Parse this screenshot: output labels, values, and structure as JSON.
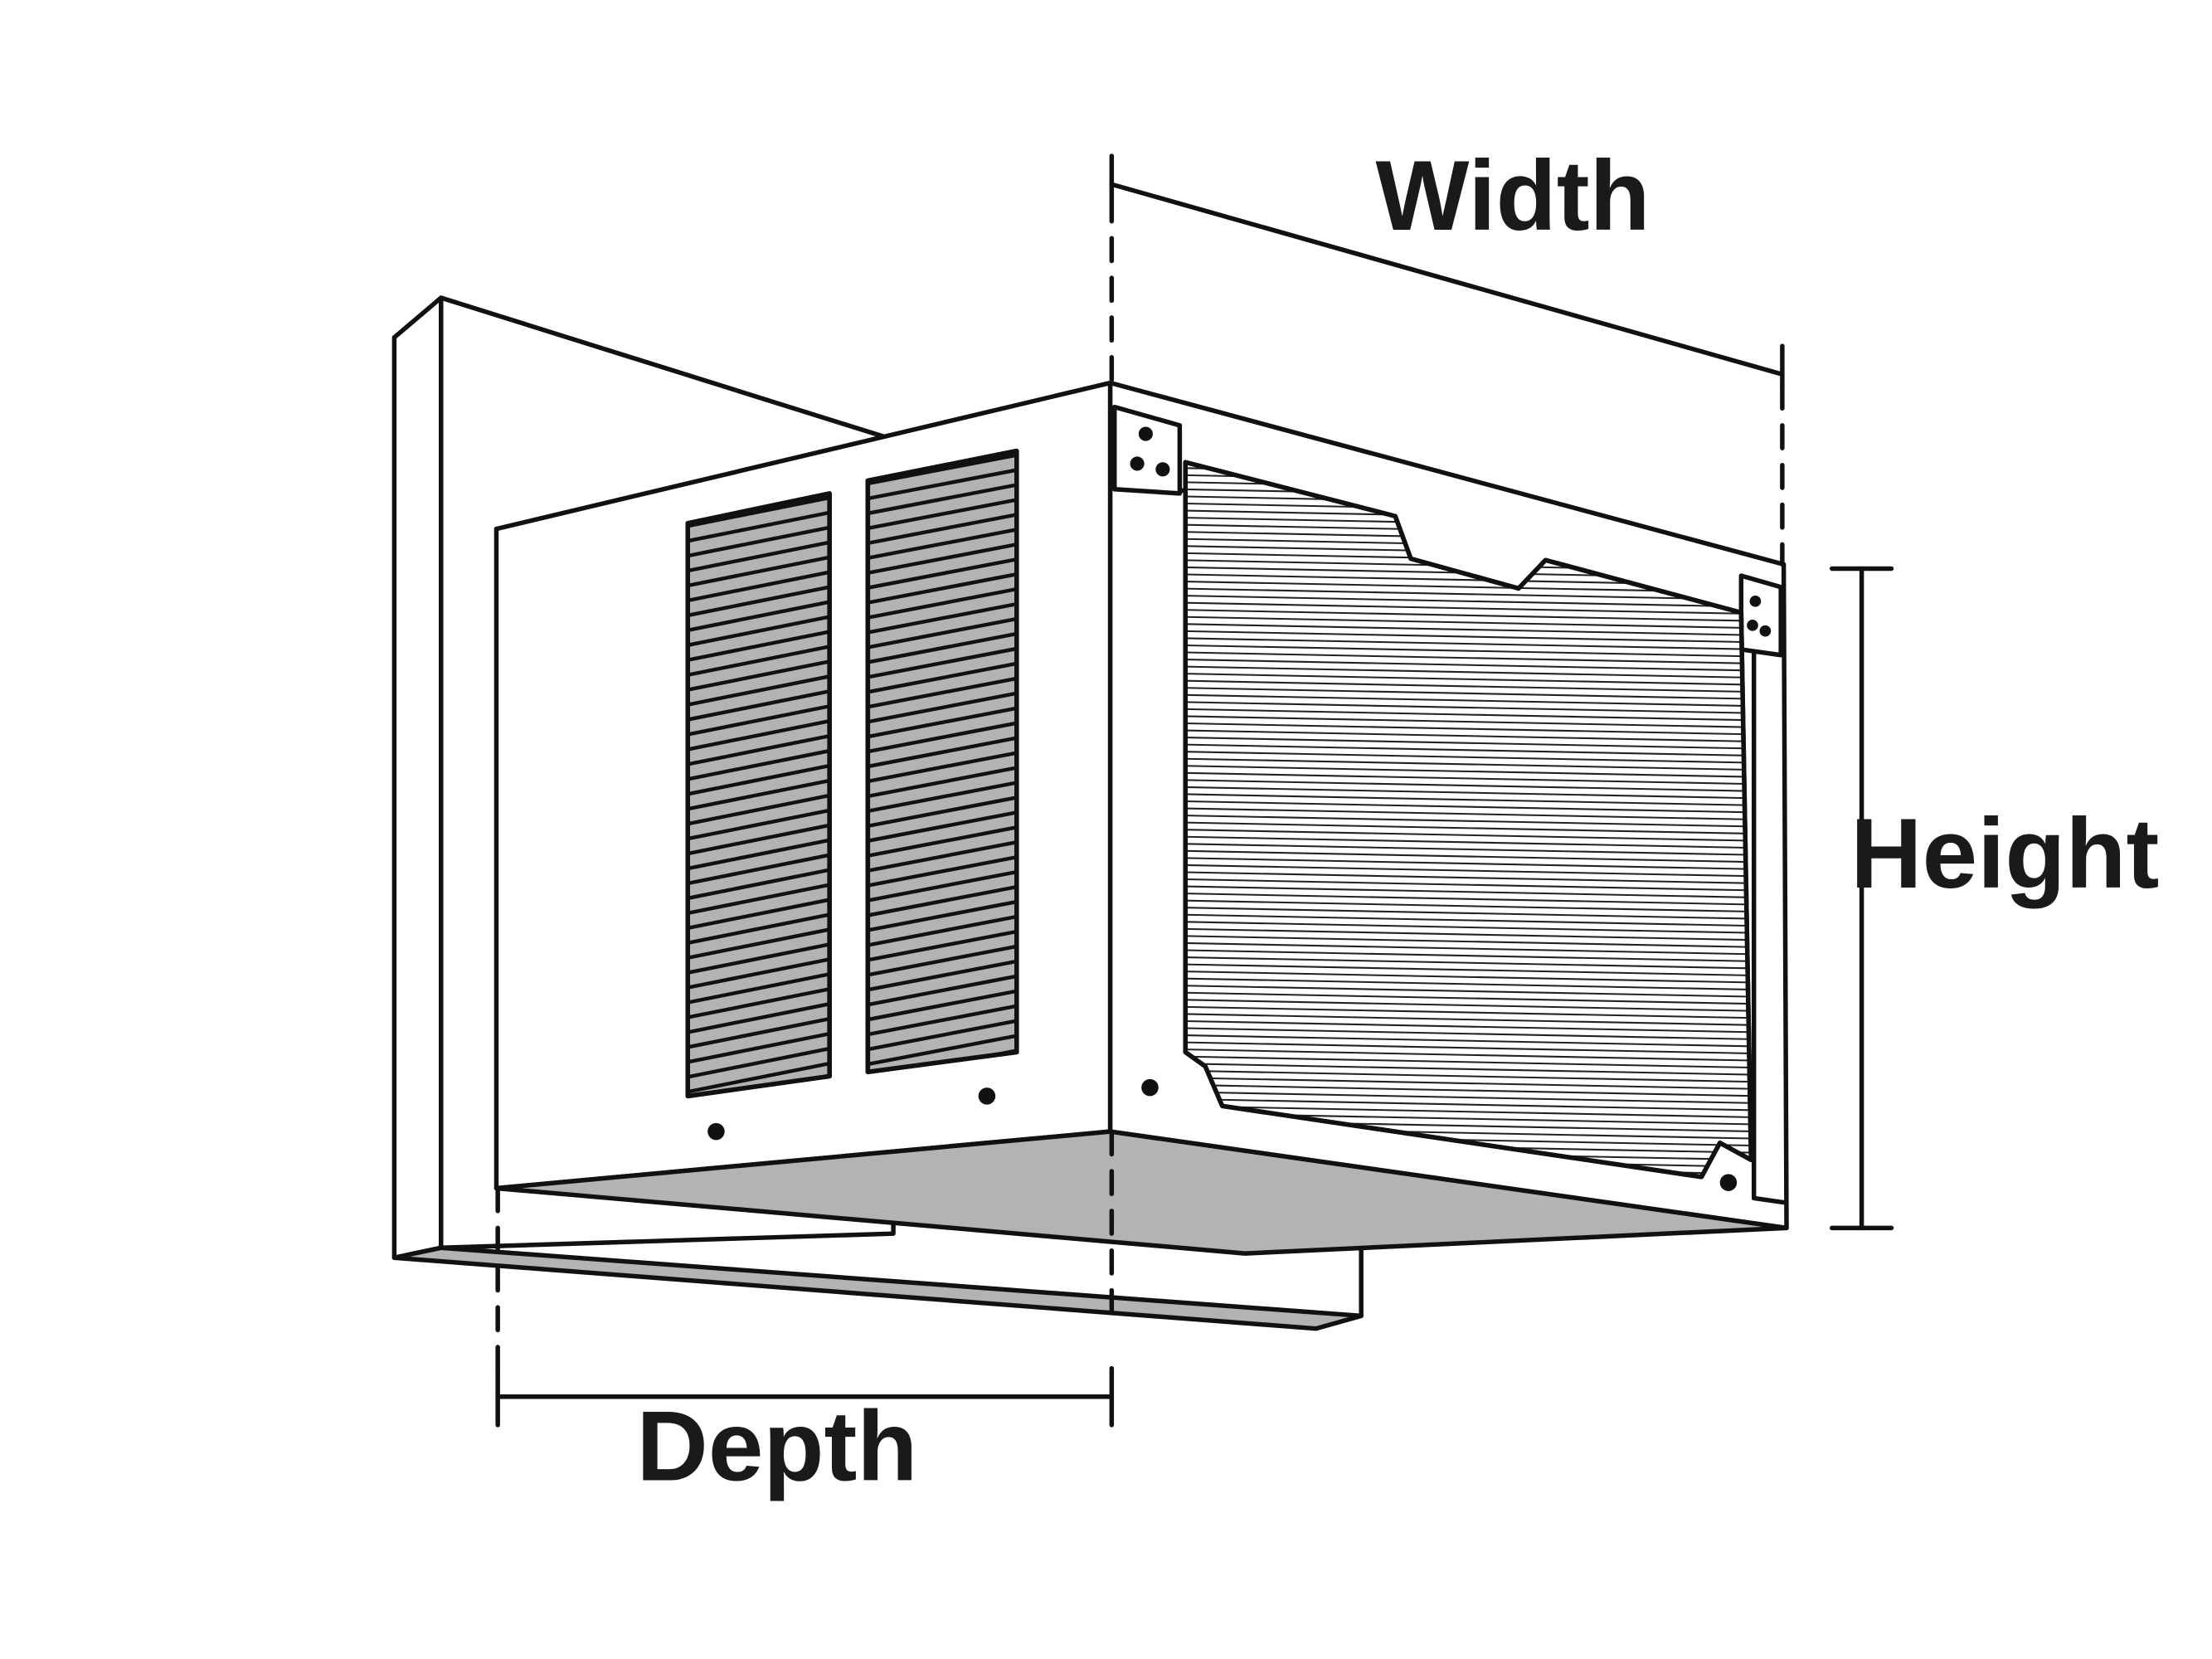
{
  "diagram": {
    "labels": {
      "width": "Width",
      "height": "Height",
      "depth": "Depth"
    },
    "colors": {
      "stroke": "#111111",
      "shade": "#b3b3b3",
      "fill": "#ffffff",
      "text": "#1a1a1a"
    }
  }
}
